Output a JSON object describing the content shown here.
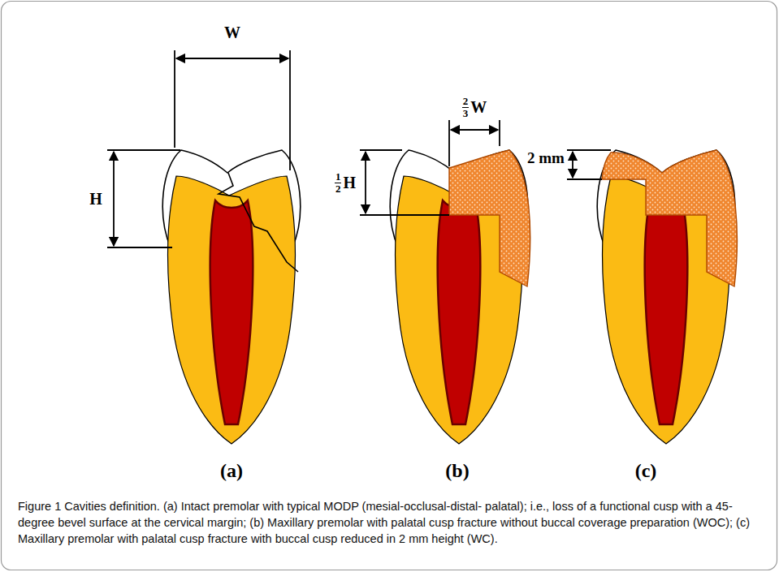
{
  "diagram": {
    "caption": "Figure 1 Cavities definition. (a) Intact premolar with typical MODP (mesial-occlusal-distal- palatal); i.e., loss of a functional cusp with a 45-degree bevel surface at the cervical margin; (b) Maxillary premolar with palatal cusp fracture without buccal coverage preparation (WOC); (c) Maxillary premolar with palatal cusp fracture with buccal cusp reduced in 2 mm height (WC).",
    "labels": [
      "W",
      "H",
      "2",
      "3",
      "W",
      "1",
      "2",
      "H",
      "2 mm",
      "(a)",
      "(b)",
      "(c)"
    ]
  }
}
